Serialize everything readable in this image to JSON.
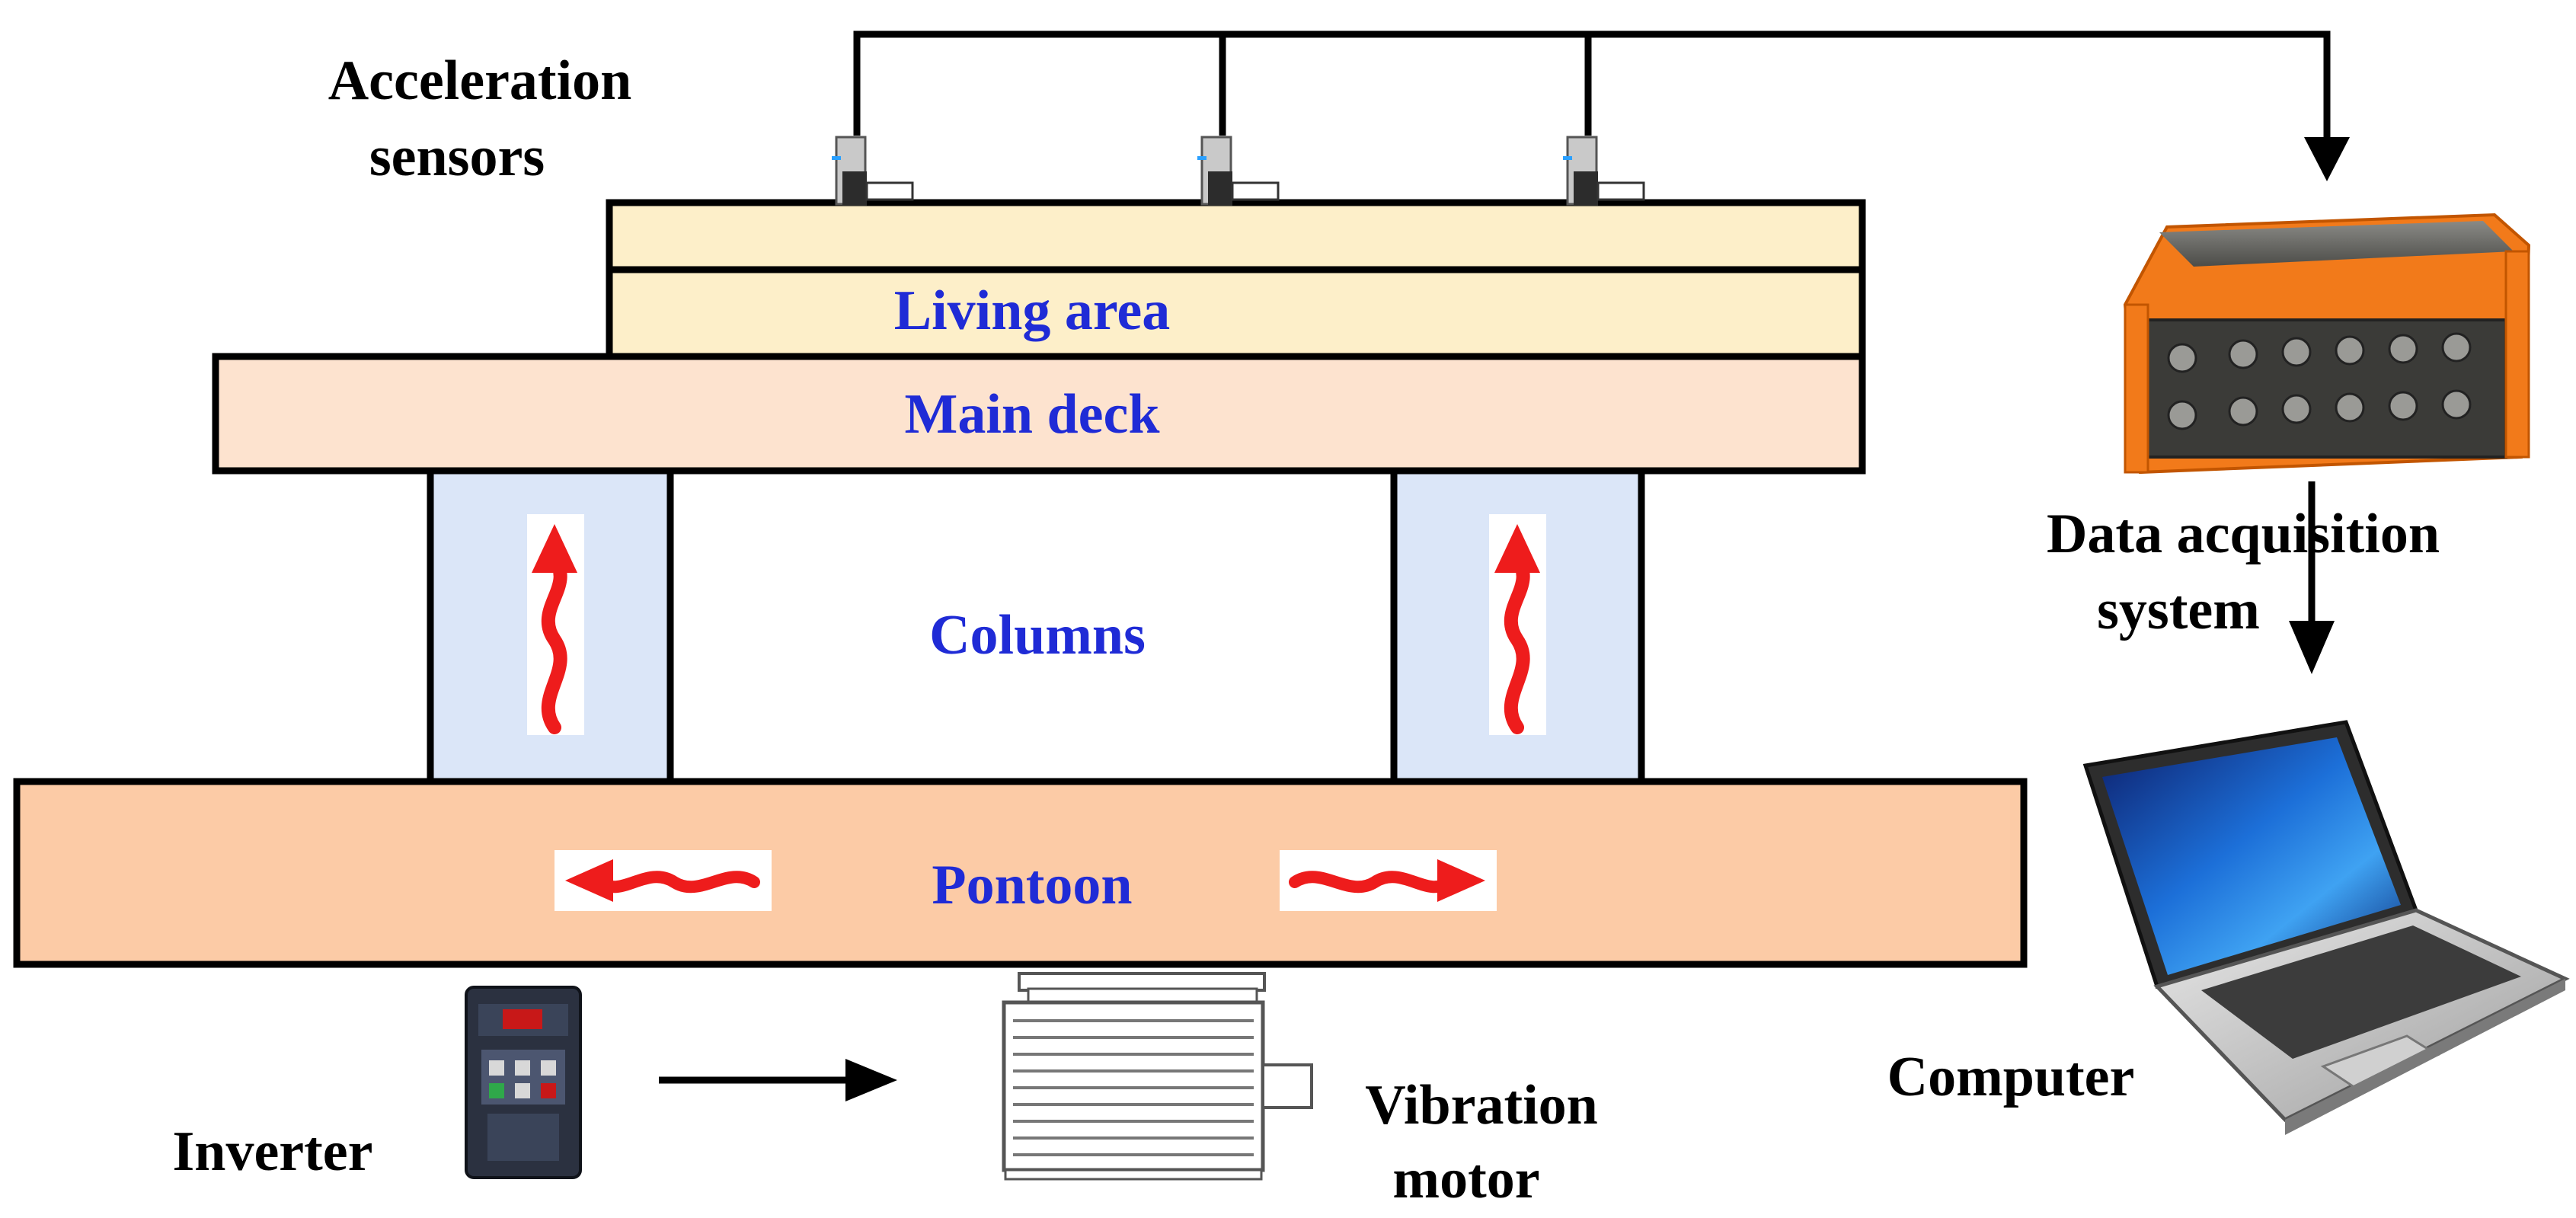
{
  "labels": {
    "acceleration_sensors_line1": "Acceleration",
    "acceleration_sensors_line2": "sensors",
    "living_area": "Living area",
    "main_deck": "Main deck",
    "columns": "Columns",
    "pontoon": "Pontoon",
    "data_acquisition_line1": "Data acquisition",
    "data_acquisition_line2": "system",
    "computer": "Computer",
    "inverter": "Inverter",
    "vibration_motor_line1": "Vibration",
    "vibration_motor_line2": "motor"
  },
  "colors": {
    "living_area_fill": "#fdefc9",
    "main_deck_fill": "#fde3cf",
    "column_fill": "#dbe6f8",
    "pontoon_fill": "#fccba6",
    "label_blue": "#1f2bd6",
    "wave_arrow_red": "#ee1c1c",
    "daq_orange": "#f27a1a"
  },
  "icons": {
    "sensor": "acceleration-sensor-icon",
    "daq": "data-acquisition-device-icon",
    "laptop": "laptop-computer-icon",
    "inverter": "inverter-device-icon",
    "motor": "vibration-motor-icon"
  }
}
